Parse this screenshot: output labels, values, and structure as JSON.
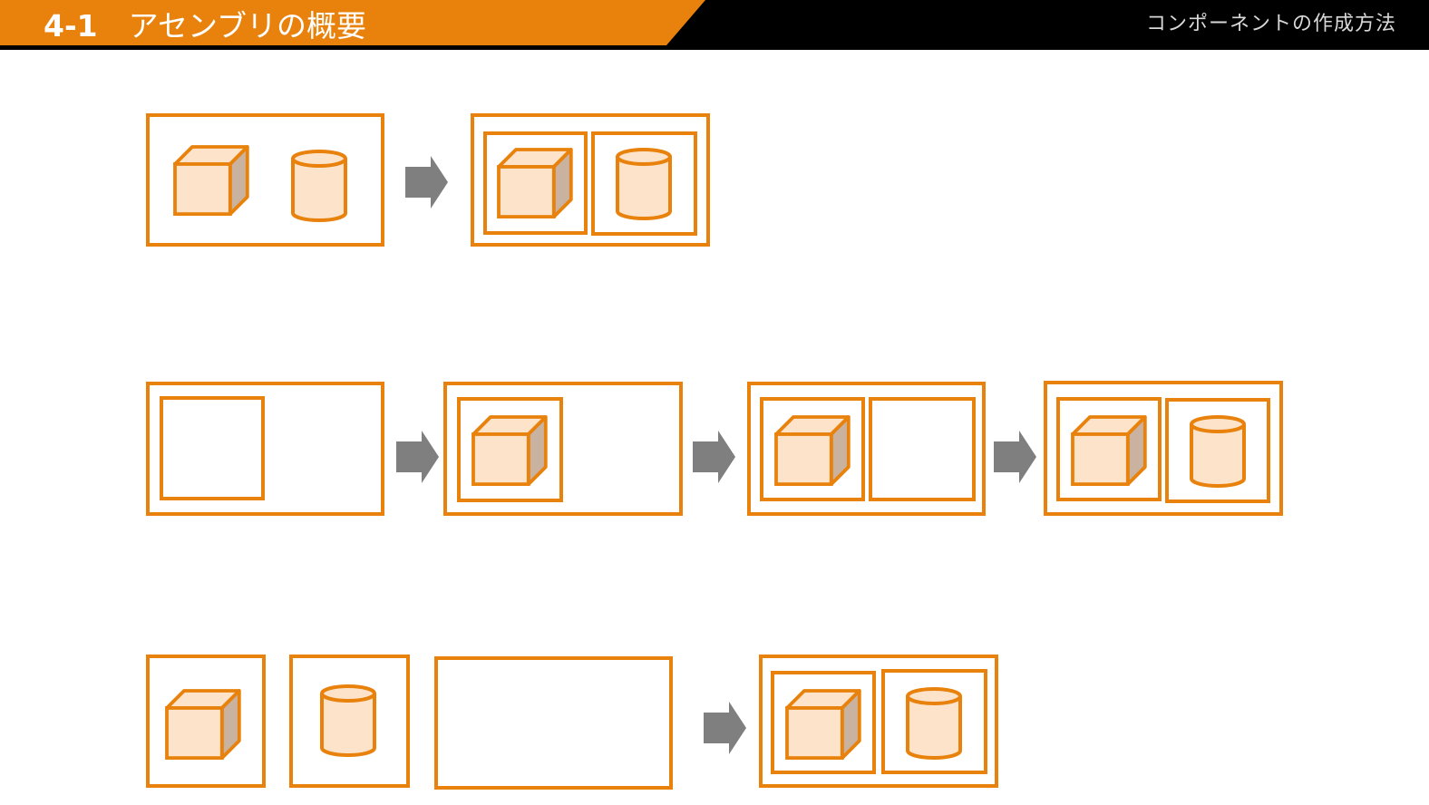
{
  "header": {
    "section_number": "4-1",
    "title": "アセンブリの概要",
    "subtitle": "コンポーネントの作成方法"
  },
  "colors": {
    "accent": "#E8820C",
    "part_fill": "#FDE3CA",
    "part_side": "#C9B3A0",
    "arrow": "#7F7F7F",
    "header_bg": "#000000"
  },
  "icons": [
    "cube-part-icon",
    "cylinder-part-icon",
    "arrow-right-icon"
  ]
}
